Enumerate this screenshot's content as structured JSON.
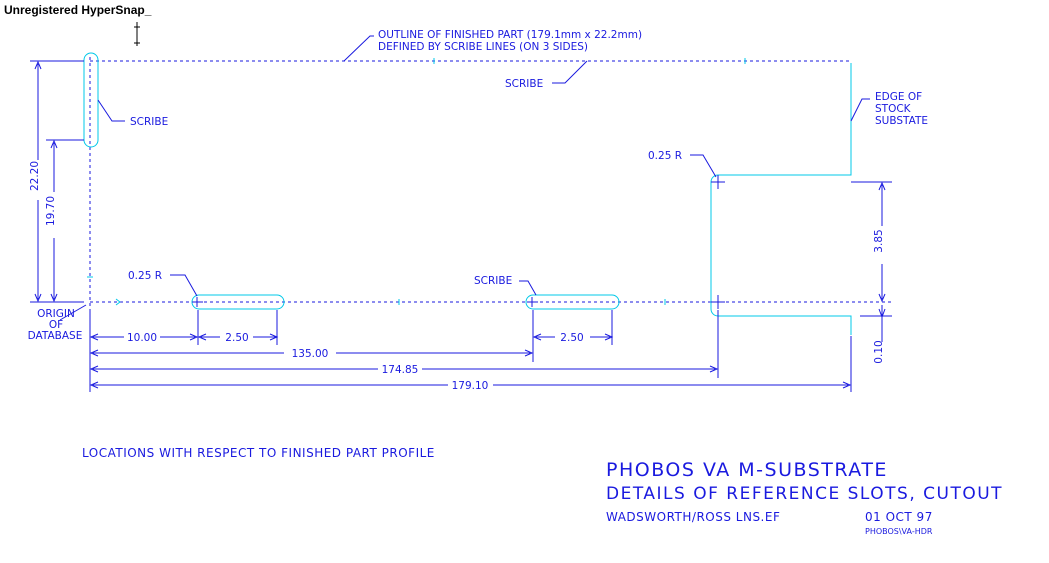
{
  "watermark": "Unregistered HyperSnap_",
  "labels": {
    "outline_line1": "OUTLINE OF FINISHED PART (179.1mm x 22.2mm)",
    "outline_line2": "DEFINED BY SCRIBE LINES (ON 3 SIDES)",
    "scribe_top": "SCRIBE",
    "scribe_left": "SCRIBE",
    "scribe_mid": "SCRIBE",
    "edge_line1": "EDGE OF",
    "edge_line2": "STOCK",
    "edge_line3": "SUBSTATE",
    "radius_right": "0.25 R",
    "radius_left": "0.25 R",
    "origin_line1": "ORIGIN",
    "origin_line2": "OF",
    "origin_line3": "DATABASE"
  },
  "dimensions": {
    "height_total": "22.20",
    "height_slot": "19.70",
    "slot1_x": "10.00",
    "slot1_w": "2.50",
    "slot2_w": "2.50",
    "slot2_x": "135.00",
    "cutout_x": "174.85",
    "part_w": "179.10",
    "cutout_h": "3.85",
    "cutout_off": "0.10"
  },
  "notes": {
    "locations": "LOCATIONS WITH RESPECT TO FINISHED PART PROFILE"
  },
  "title_block": {
    "title": "PHOBOS VA M-SUBSTRATE",
    "subtitle": "DETAILS OF REFERENCE SLOTS, CUTOUT",
    "authors": "WADSWORTH/ROSS  LNS.EF",
    "date": "01 OCT 97",
    "file": "PHOBOS\\VA-HDR"
  },
  "colors": {
    "dimension": "#1a1adf",
    "geometry": "#00c8e8",
    "background": "#ffffff",
    "watermark": "#000000"
  }
}
